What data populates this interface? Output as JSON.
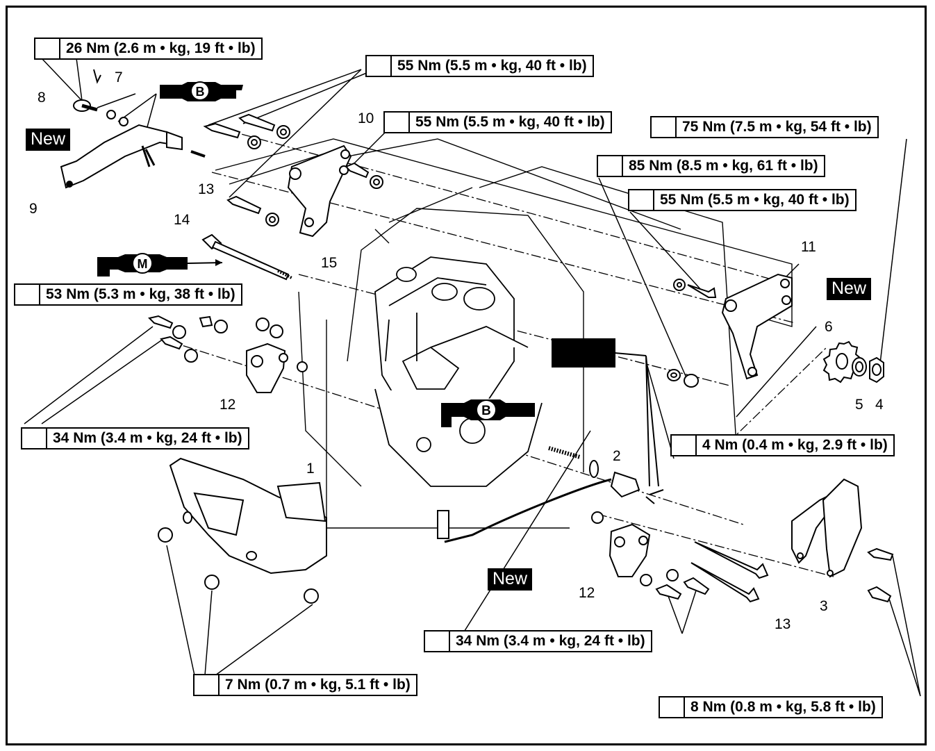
{
  "torque_specs": [
    {
      "id": "t26",
      "text": "26 Nm (2.6 m • kg, 19 ft • lb)"
    },
    {
      "id": "t55a",
      "text": "55 Nm (5.5 m • kg, 40 ft • lb)"
    },
    {
      "id": "t55b",
      "text": "55 Nm (5.5 m • kg, 40 ft • lb)"
    },
    {
      "id": "t75",
      "text": "75 Nm (7.5 m • kg, 54 ft • lb)"
    },
    {
      "id": "t85",
      "text": "85 Nm (8.5 m • kg, 61 ft • lb)"
    },
    {
      "id": "t55c",
      "text": "55 Nm (5.5 m • kg, 40 ft • lb)"
    },
    {
      "id": "t53",
      "text": "53 Nm (5.3 m • kg, 38 ft • lb)"
    },
    {
      "id": "t34a",
      "text": "34 Nm (3.4 m • kg, 24 ft • lb)"
    },
    {
      "id": "t4",
      "text": "4 Nm (0.4 m • kg, 2.9 ft • lb)"
    },
    {
      "id": "t34b",
      "text": "34 Nm (3.4 m • kg, 24 ft • lb)"
    },
    {
      "id": "t7",
      "text": "7 Nm (0.7 m • kg, 5.1 ft • lb)"
    },
    {
      "id": "t8",
      "text": "8 Nm (0.8 m • kg, 5.8 ft • lb)"
    }
  ],
  "new_label": "New",
  "lubricant_symbols": {
    "grease_b": "B",
    "moly": "M"
  },
  "part_numbers": [
    "1",
    "2",
    "3",
    "4",
    "5",
    "6",
    "7",
    "8",
    "9",
    "10",
    "11",
    "12",
    "12",
    "13",
    "13",
    "14",
    "15"
  ],
  "icon": "torque-wrench-icon"
}
